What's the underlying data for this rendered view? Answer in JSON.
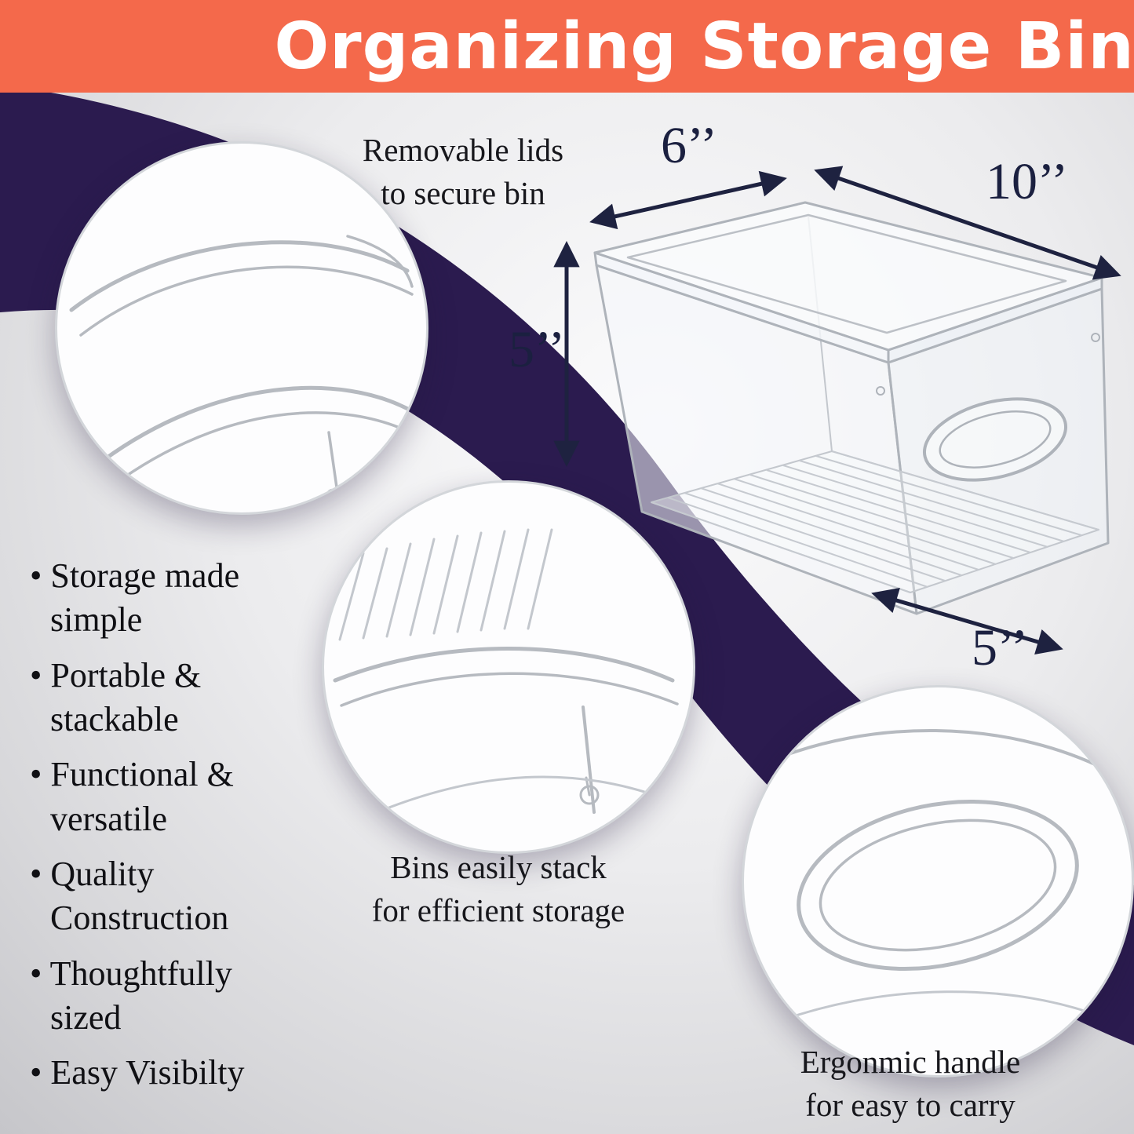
{
  "header": {
    "title": "Organizing Storage Bins"
  },
  "dimensions": {
    "width_label": "6’’",
    "depth_label": "10’’",
    "height_label": "5’’",
    "base_label": "5’’"
  },
  "callouts": {
    "lid": {
      "lines": [
        "Removable lids",
        "to secure bin"
      ]
    },
    "stack": {
      "lines": [
        "Bins easily stack",
        "for efficient storage"
      ]
    },
    "handle": {
      "lines": [
        "Ergonmic handle",
        "for easy to carry"
      ]
    }
  },
  "features": {
    "items": [
      "Storage made simple",
      "Portable & stackable",
      "Functional & versatile",
      "Quality Construction",
      "Thoughtfully sized",
      "Easy Visibilty"
    ]
  },
  "colors": {
    "accent_orange": "#f4694b",
    "swoosh_purple": "#2b1b4f",
    "dimension_text": "#1b2040",
    "sketch_gray": "#aeb3ba"
  }
}
